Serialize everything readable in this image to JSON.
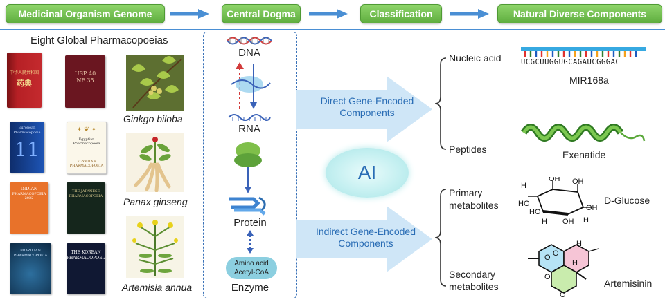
{
  "header": {
    "steps": [
      "Medicinal Organism  Genome",
      "Central Dogma",
      "Classification",
      "Natural  Diverse Components"
    ]
  },
  "left": {
    "title": "Eight Global Pharmacopoeias",
    "books": [
      {
        "name": "Chinese Pharmacopoeia",
        "line1": "中华人民共和国",
        "line2": "药典"
      },
      {
        "name": "USP 40 NF 35",
        "line1": "USP 40",
        "line2": "NF 35"
      },
      {
        "name": "European Pharmacopoeia",
        "line1": "European",
        "line2": "Pharmacopoeia"
      },
      {
        "name": "Egyptian Pharmacopoeia",
        "line1": "Egyptian Pharmacopoeia",
        "line2": "EGYPTIAN PHARMACOPOEIA"
      },
      {
        "name": "Indian Pharmacopoeia 2022",
        "line1": "INDIAN",
        "line2": "PHARMACOPOEIA 2022"
      },
      {
        "name": "The Japanese Pharmacopoeia",
        "line1": "THE JAPANESE",
        "line2": "PHARMACOPOEIA"
      },
      {
        "name": "Brazilian Pharmacopoeia",
        "line1": "BRAZILIAN",
        "line2": "PHARMACOPOEIA"
      },
      {
        "name": "The Korean Pharmacopoeia",
        "line1": "THE KOREAN",
        "line2": "PHARMACOPOEIA"
      }
    ],
    "plants": [
      "Ginkgo biloba",
      "Panax ginseng",
      "Artemisia annua"
    ]
  },
  "dogma": {
    "dna": "DNA",
    "rna": "RNA",
    "protein": "Protein",
    "chip_line1": "Amino acid",
    "chip_line2": "Acetyl-CoA",
    "enzyme": "Enzyme"
  },
  "classification": {
    "direct_line1": "Direct Gene-Encoded",
    "direct_line2": "Components",
    "indirect_line1": "Indirect Gene-Encoded",
    "indirect_line2": "Components",
    "ai": "AI"
  },
  "components": {
    "nucleic": "Nucleic acid",
    "peptides": "Peptides",
    "primary_line1": "Primary",
    "primary_line2": "metabolites",
    "secondary_line1": "Secondary",
    "secondary_line2": "metabolites",
    "sequence": "UCGCUUGGUGCAGAUCGGGAC",
    "mir": "MIR168a",
    "exenatide": "Exenatide",
    "glucose": "D-Glucose",
    "artemisinin": "Artemisinin"
  },
  "colors": {
    "header_green": "#6dbd4b",
    "blue_arrow": "#4a8fd4",
    "pale_arrow": "#cfe6f7",
    "ai_glow": "#bfeef0"
  }
}
